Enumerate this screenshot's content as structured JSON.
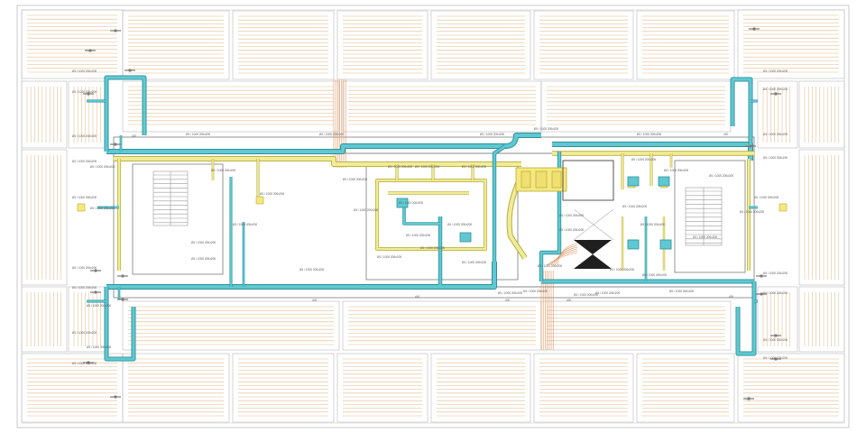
{
  "colors": {
    "background": "#ffffff",
    "outline": "#b9b9b9",
    "wall": "#8a8a8a",
    "heating": "#e0ba8f",
    "duct_teal": "#5fc9d2",
    "duct_teal_edge": "#2f8f9a",
    "duct_yellow": "#f1ec96",
    "duct_yellow_edge": "#b6ab3e",
    "riser": "#e2945f",
    "equipment": "#f6e87c",
    "dark": "#2b2b2b"
  },
  "icons": [
    "stair-icon",
    "stair-icon",
    "hourglass-equipment-icon",
    "fan-unit-icon"
  ],
  "labels": {
    "t01": "Ø1 / 1000 200x200",
    "t02": "Ø1 / 1000 200x200",
    "t03": "Ø1 / 1000 200x200",
    "t04": "Ø1 / 1000 200x200",
    "t05": "Ø1 / 1000 200x200",
    "t06": "Ø1 / 1000 200x200",
    "t07": "Ø1 / 1000 200x200",
    "t08": "Ø1 / 1000 200x200",
    "t09": "Ø1 / 1000 200x200",
    "t10": "Ø1 / 1000 200x200",
    "t11": "Ø1 / 1000 200x200",
    "t12": "Ø1 / 1000 200x200",
    "t13": "Ø1 / 1000 200x200",
    "t14": "Ø1 / 1000 200x200",
    "t15": "Ø1 / 1000 200x200",
    "t16": "Ø1 / 1000 200x200",
    "t17": "Ø1 / 1000 200x200",
    "t18": "Ø1 / 1000 200x200",
    "t19": "Ø1 / 1000 200x200",
    "t20": "Ø1 / 1000 200x200",
    "t21": "Ø1 / 1000 200x200",
    "t22": "Ø1 / 1000 200x200",
    "t23": "Ø1 / 1000 200x200",
    "t24": "Ø1 / 1000 200x200",
    "t25": "Ø1 / 1000 200x200",
    "t26": "Ø1 / 1000 200x200",
    "t27": "Ø1 / 1000 200x200",
    "t28": "Ø1 / 1000 200x200",
    "t29": "Ø1 / 1000 200x200",
    "t30": "Ø1 / 1000 200x200",
    "t31": "Ø1 / 1000 200x200",
    "t32": "Ø1 / 1000 200x200",
    "t33": "Ø1 / 1000 200x200",
    "t34": "Ø1 / 1000 200x200",
    "t35": "Ø1 / 1000 200x200",
    "t36": "Ø1 / 1000 200x200",
    "t37": "Ø1 / 1000 200x200",
    "t38": "Ø1 / 1000 200x200",
    "t39": "Ø1 / 1000 200x200",
    "t40": "Ø1 / 1000 200x200",
    "t41": "Ø1 / 1000 200x200",
    "t42": "Ø1 / 1000 200x200",
    "t43": "Ø1 / 1000 200x200",
    "t44": "Ø1 / 1000 200x200",
    "t45": "Ø1 / 1000 200x200",
    "t46": "Ø1 / 1000 200x200",
    "t47": "Ø1 / 1000 200x200",
    "t48": "Ø1 / 1000 200x200",
    "t49": "Ø1 / 1000 200x200",
    "t50": "Ø1 / 1000 200x200",
    "t51": "Ø1 / 1000 200x200",
    "t52": "Ø1 / 1000 200x200",
    "t53": "Ø1 / 1000 200x200",
    "t54": "Ø1 / 1000 200x200",
    "t55": "Ø1 / 1000 200x200",
    "t56": "Ø1 / 1000 200x200",
    "t57": "Ø1 / 1000 200x200",
    "t58": "Ø1 / 1000 200x200",
    "t59": "Ø1 / 1000 200x200",
    "t60": "Ø1 / 1000 200x200",
    "t61": "Ø1 / 1000 200x200"
  },
  "heights": {
    "h1": "400",
    "h2": "400",
    "h3": "400",
    "h4": "400",
    "h5": "400",
    "h6": "400",
    "h7": "400"
  }
}
